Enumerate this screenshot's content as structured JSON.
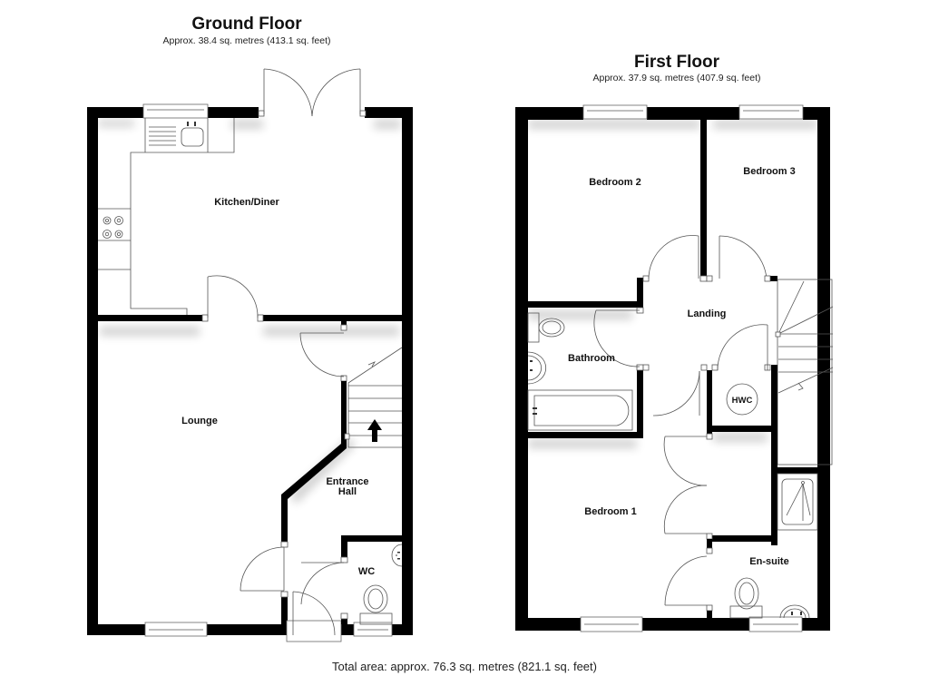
{
  "ground_floor": {
    "title": "Ground Floor",
    "area": "Approx. 38.4 sq. metres (413.1 sq. feet)",
    "rooms": {
      "kitchen": "Kitchen/Diner",
      "lounge": "Lounge",
      "hall_line1": "Entrance",
      "hall_line2": "Hall",
      "wc": "WC"
    }
  },
  "first_floor": {
    "title": "First Floor",
    "area": "Approx. 37.9 sq. metres (407.9 sq. feet)",
    "rooms": {
      "bedroom2": "Bedroom 2",
      "bedroom3": "Bedroom 3",
      "landing": "Landing",
      "bathroom": "Bathroom",
      "hwc": "HWC",
      "bedroom1": "Bedroom 1",
      "ensuite": "En-suite"
    }
  },
  "total_area": "Total area: approx. 76.3 sq. metres (821.1 sq. feet)",
  "colors": {
    "wall": "#000000",
    "background": "#ffffff",
    "line": "#555555"
  }
}
